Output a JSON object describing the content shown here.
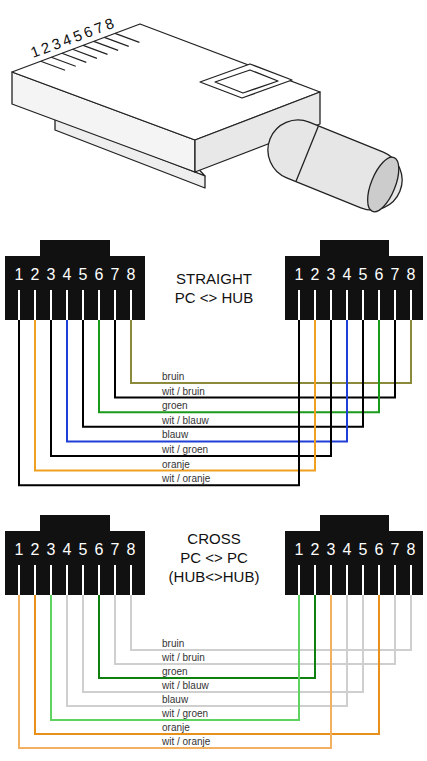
{
  "diagram": {
    "nodes": [
      {
        "text": [
          "1",
          "2",
          "3",
          "4",
          "5",
          "6",
          "7",
          "8"
        ]
      },
      {
        "text": [
          "1",
          "2",
          "3",
          "4",
          "5",
          "6",
          "7",
          "8"
        ]
      },
      {
        "text": [
          "1",
          "2",
          "3",
          "4",
          "5",
          "6",
          "7",
          "8"
        ]
      },
      {
        "text": [
          "1",
          "2",
          "3",
          "4",
          "5",
          "6",
          "7",
          "8"
        ]
      }
    ],
    "edges": [
      {
        "from": 0,
        "to": 1,
        "arrow": "none",
        "label": "bruin"
      },
      {
        "from": 0,
        "to": 1,
        "arrow": "none",
        "label": "wit / bruin"
      },
      {
        "from": 0,
        "to": 1,
        "arrow": "none",
        "label": "groen"
      },
      {
        "from": 0,
        "to": 1,
        "arrow": "none",
        "label": "wit / blauw"
      },
      {
        "from": 0,
        "to": 1,
        "arrow": "none",
        "label": "blauw"
      },
      {
        "from": 0,
        "to": 1,
        "arrow": "none",
        "label": "wit / groen"
      },
      {
        "from": 0,
        "to": 1,
        "arrow": "none",
        "label": "oranje"
      },
      {
        "from": 0,
        "to": 1,
        "arrow": "none",
        "label": "wit / oranje"
      },
      {
        "from": 2,
        "to": 3,
        "arrow": "none",
        "label": "bruin"
      },
      {
        "from": 2,
        "to": 3,
        "arrow": "none",
        "label": "wit / bruin"
      },
      {
        "from": 2,
        "to": 3,
        "arrow": "none",
        "label": "groen"
      },
      {
        "from": 2,
        "to": 3,
        "arrow": "none",
        "label": "wit / blauw"
      },
      {
        "from": 2,
        "to": 3,
        "arrow": "none",
        "label": "blauw"
      },
      {
        "from": 2,
        "to": 3,
        "arrow": "none",
        "label": "wit / groen"
      },
      {
        "from": 2,
        "to": 3,
        "arrow": "none",
        "label": "oranje"
      },
      {
        "from": 2,
        "to": 3,
        "arrow": "none",
        "label": "wit / oranje"
      }
    ],
    "labels": [
      "12345678",
      "STRAIGHT",
      "PC <> HUB",
      "CROSS",
      "PC <> PC",
      "(HUB<>HUB)"
    ]
  }
}
